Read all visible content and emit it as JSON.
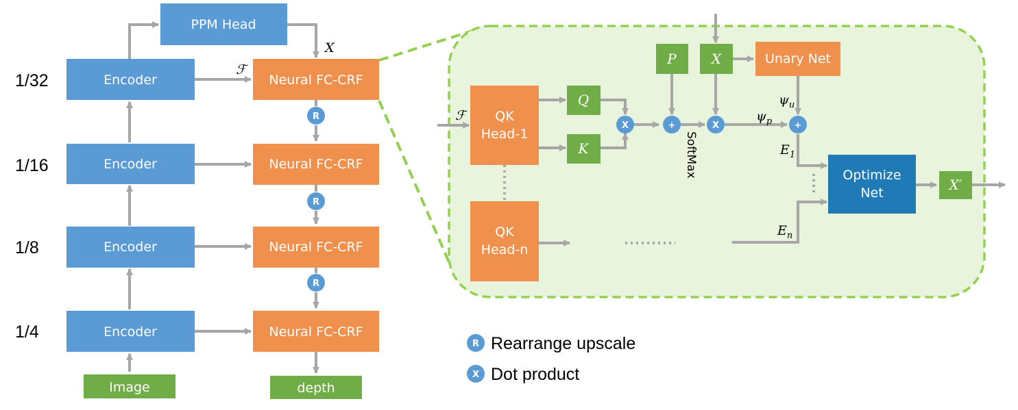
{
  "colors": {
    "encoder": "#5b9bd5",
    "crf": "#f0904d",
    "green": "#70ad47",
    "optimize": "#1f7ab5",
    "panel_fill": "#e8f4dc",
    "panel_border": "#92d050",
    "arrow": "#a6a6a6",
    "circle": "#5b9bd5"
  },
  "left": {
    "scales": [
      "1/32",
      "1/16",
      "1/8",
      "1/4"
    ],
    "encoder_label": "Encoder",
    "crf_label": "Neural FC-CRF",
    "ppm_label": "PPM Head",
    "image_label": "Image",
    "depth_label": "depth",
    "x_symbol": "X",
    "f_symbol": "ℱ",
    "r_symbol": "R"
  },
  "detail": {
    "qk_head_1": [
      "QK",
      "Head-1"
    ],
    "qk_head_n": [
      "QK",
      "Head-n"
    ],
    "q_symbol": "Q",
    "k_symbol": "K",
    "p_symbol": "P",
    "x_symbol": "X",
    "unary_label": "Unary Net",
    "optimize_label": [
      "Optimize",
      "Net"
    ],
    "x_prime_symbol": "X′",
    "psi_u": "ψ",
    "psi_u_sub": "u",
    "psi_p": "ψ",
    "psi_p_sub": "p",
    "e1": "E",
    "e1_sub": "1",
    "en": "E",
    "en_sub": "n",
    "f_symbol": "ℱ",
    "softmax_label": "SoftMax",
    "dot_symbol": "X",
    "plus_symbol": "+"
  },
  "legend": {
    "r_symbol": "R",
    "r_text": "Rearrange upscale",
    "x_symbol": "X",
    "x_text": "Dot product"
  }
}
